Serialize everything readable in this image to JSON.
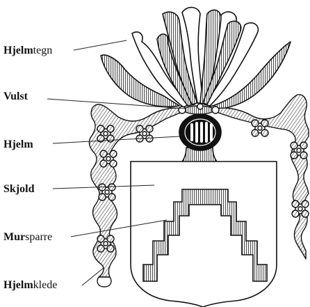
{
  "labels": [
    {
      "id": "hjelmtegn",
      "bold": "Hjelm",
      "rest": "tegn"
    },
    {
      "id": "vulst",
      "bold": "Vulst",
      "rest": ""
    },
    {
      "id": "hjelm",
      "bold": "Hjelm",
      "rest": ""
    },
    {
      "id": "skjold",
      "bold": "Skjold",
      "rest": ""
    },
    {
      "id": "mursparre",
      "bold": "Mur",
      "rest": "sparre"
    },
    {
      "id": "hjelmklede",
      "bold": "Hjelm",
      "rest": "klede"
    }
  ],
  "colors": {
    "ink": "#111111",
    "hatch": "#555555",
    "background": "#ffffff"
  }
}
